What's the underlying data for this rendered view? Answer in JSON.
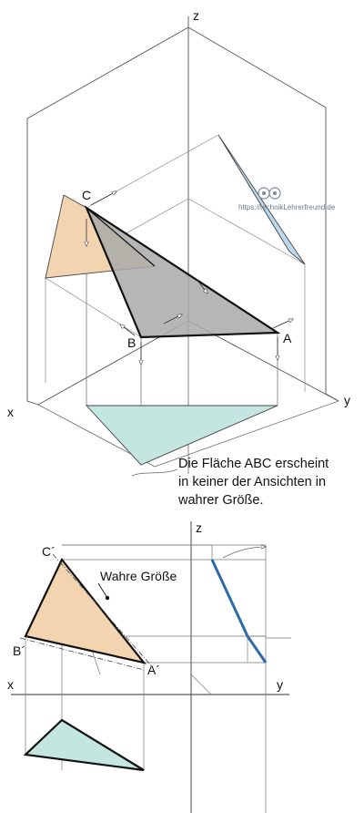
{
  "top": {
    "axes": {
      "z": "z",
      "x": "x",
      "y": "y"
    },
    "points": {
      "a": "A",
      "b": "B",
      "c": "C"
    },
    "watermark": "https://technikLehrerfreund.de",
    "note_lines": [
      "Die Fläche ABC erscheint",
      "in keiner der Ansichten in",
      "wahrer Größe."
    ]
  },
  "bottom": {
    "axes": {
      "z": "z",
      "x": "x",
      "y": "y"
    },
    "points": {
      "a": "A´",
      "b": "B´",
      "c": "C´"
    },
    "true_size_label": "Wahre Größe"
  },
  "colors": {
    "face_gray": "#a9a9a9",
    "face_orange": "#f2d5b0",
    "face_blue": "#bcd8ec",
    "face_teal": "#c3e6e0",
    "edge_blue": "#2f6aa8"
  }
}
